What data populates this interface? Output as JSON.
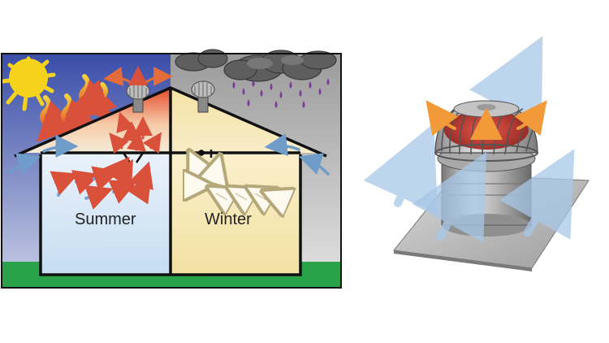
{
  "diagram": {
    "left_panel": {
      "summer_label": "Summer",
      "winter_label": "Winter",
      "colors": {
        "summer_sky": "#3b4fa8",
        "winter_sky": "#b8b8b8",
        "sun": "#f5d21c",
        "grass": "#2aa24a",
        "summer_room": "#dceaf6",
        "winter_room": "#f6e7b2",
        "warm_arrow": "#e0553a",
        "cool_arrow": "#6f9cc9",
        "rain_drop": "#7a3a9a"
      },
      "icons": [
        "sun-icon",
        "cloud-icon",
        "rain-icon",
        "turbine-vent-icon",
        "airflow-arrow-icon"
      ]
    },
    "right_panel": {
      "object": "turbine-roof-ventilator",
      "colors": {
        "metal": "#9a9a9a",
        "base_plate": "#b5b5b5",
        "throat_glow": "#d43a2a",
        "exhaust_arrow": "#f29a3a",
        "wind_arrow": "#a8c8e8"
      }
    }
  }
}
